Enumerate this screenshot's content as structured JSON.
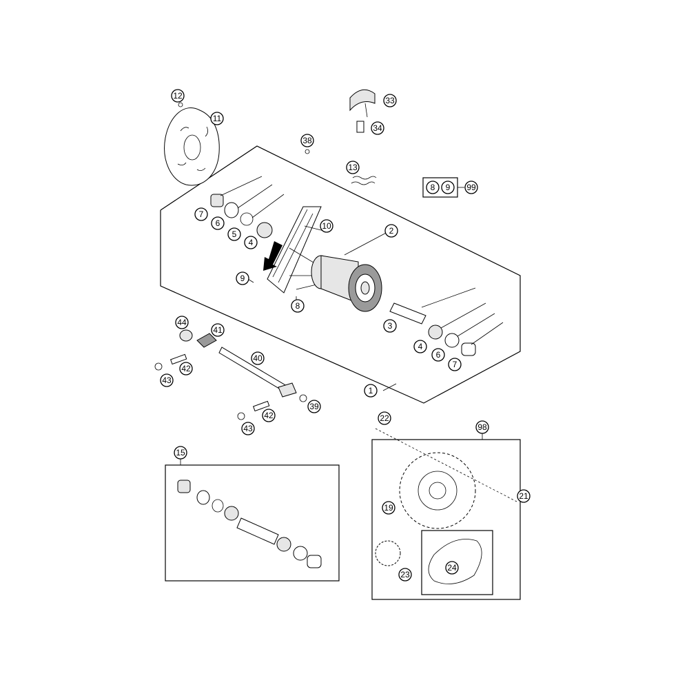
{
  "diagram": {
    "callouts": [
      {
        "id": "c12",
        "label": "12"
      },
      {
        "id": "c11",
        "label": "11"
      },
      {
        "id": "c33",
        "label": "33"
      },
      {
        "id": "c34",
        "label": "34"
      },
      {
        "id": "c38",
        "label": "38"
      },
      {
        "id": "c13",
        "label": "13"
      },
      {
        "id": "c8b",
        "label": "8"
      },
      {
        "id": "c9b",
        "label": "9"
      },
      {
        "id": "c99",
        "label": "99"
      },
      {
        "id": "c7a",
        "label": "7"
      },
      {
        "id": "c6a",
        "label": "6"
      },
      {
        "id": "c5",
        "label": "5"
      },
      {
        "id": "c4a",
        "label": "4"
      },
      {
        "id": "c10",
        "label": "10"
      },
      {
        "id": "c2",
        "label": "2"
      },
      {
        "id": "c9a",
        "label": "9"
      },
      {
        "id": "c8a",
        "label": "8"
      },
      {
        "id": "c3",
        "label": "3"
      },
      {
        "id": "c4b",
        "label": "4"
      },
      {
        "id": "c6b",
        "label": "6"
      },
      {
        "id": "c7b",
        "label": "7"
      },
      {
        "id": "c44",
        "label": "44"
      },
      {
        "id": "c41",
        "label": "41"
      },
      {
        "id": "c42a",
        "label": "42"
      },
      {
        "id": "c43a",
        "label": "43"
      },
      {
        "id": "c40",
        "label": "40"
      },
      {
        "id": "c39",
        "label": "39"
      },
      {
        "id": "c42b",
        "label": "42"
      },
      {
        "id": "c43b",
        "label": "43"
      },
      {
        "id": "c1",
        "label": "1"
      },
      {
        "id": "c22",
        "label": "22"
      },
      {
        "id": "c98",
        "label": "98"
      },
      {
        "id": "c15",
        "label": "15"
      },
      {
        "id": "c21",
        "label": "21"
      },
      {
        "id": "c19",
        "label": "19"
      },
      {
        "id": "c23",
        "label": "23"
      },
      {
        "id": "c24",
        "label": "24"
      }
    ]
  }
}
